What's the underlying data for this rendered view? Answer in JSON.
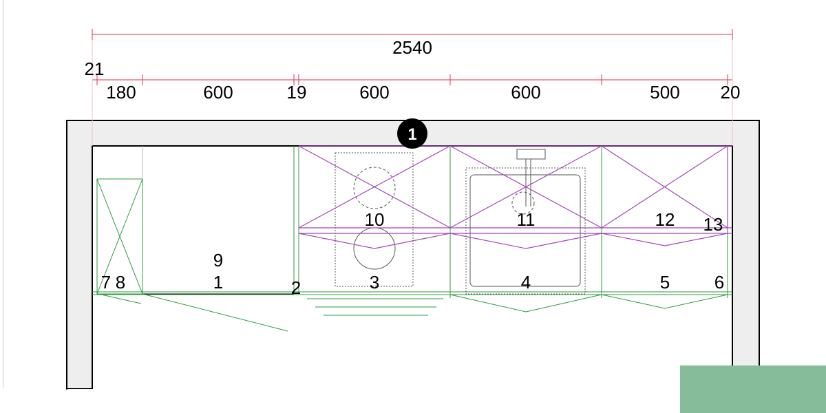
{
  "dimensions": {
    "overall": "2540",
    "segments": [
      "21",
      "180",
      "600",
      "19",
      "600",
      "600",
      "500",
      "20"
    ]
  },
  "wall_marker": "1",
  "item_numbers": [
    "1",
    "2",
    "3",
    "4",
    "5",
    "6",
    "7",
    "8",
    "9",
    "10",
    "11",
    "12",
    "13"
  ],
  "colors": {
    "dimension_line": "#e0304a",
    "base_unit_line": "#2e9a3e",
    "wall_unit_line": "#a347b8",
    "wall_fill": "#eeeeee",
    "marker_fill": "#000000",
    "swatch": "#86bc9a"
  }
}
